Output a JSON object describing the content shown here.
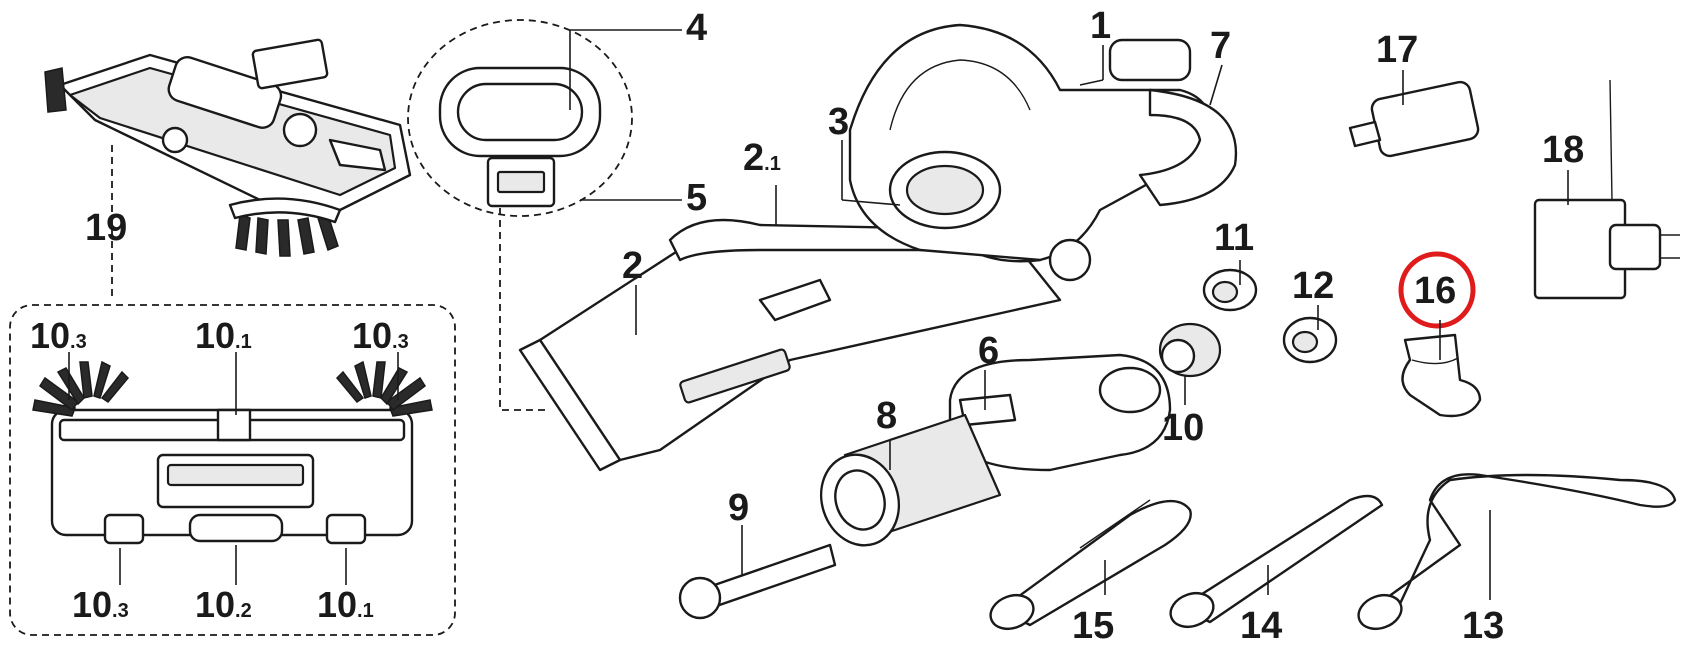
{
  "callouts": {
    "p1": "1",
    "p2": "2",
    "p2_1_main": "2",
    "p2_1_sub": ".1",
    "p3": "3",
    "p4": "4",
    "p5": "5",
    "p6": "6",
    "p7": "7",
    "p8": "8",
    "p9": "9",
    "p10": "10",
    "p11": "11",
    "p12": "12",
    "p13": "13",
    "p14": "14",
    "p15": "15",
    "p16": "16",
    "p17": "17",
    "p18": "18",
    "p19": "19",
    "inset_main": "10",
    "inset_sub_1": ".1",
    "inset_sub_2": ".2",
    "inset_sub_3": ".3"
  },
  "colors": {
    "line": "#1a1a1a",
    "highlight_ring": "#e01b1b",
    "background": "#ffffff"
  },
  "highlighted_part": "16"
}
